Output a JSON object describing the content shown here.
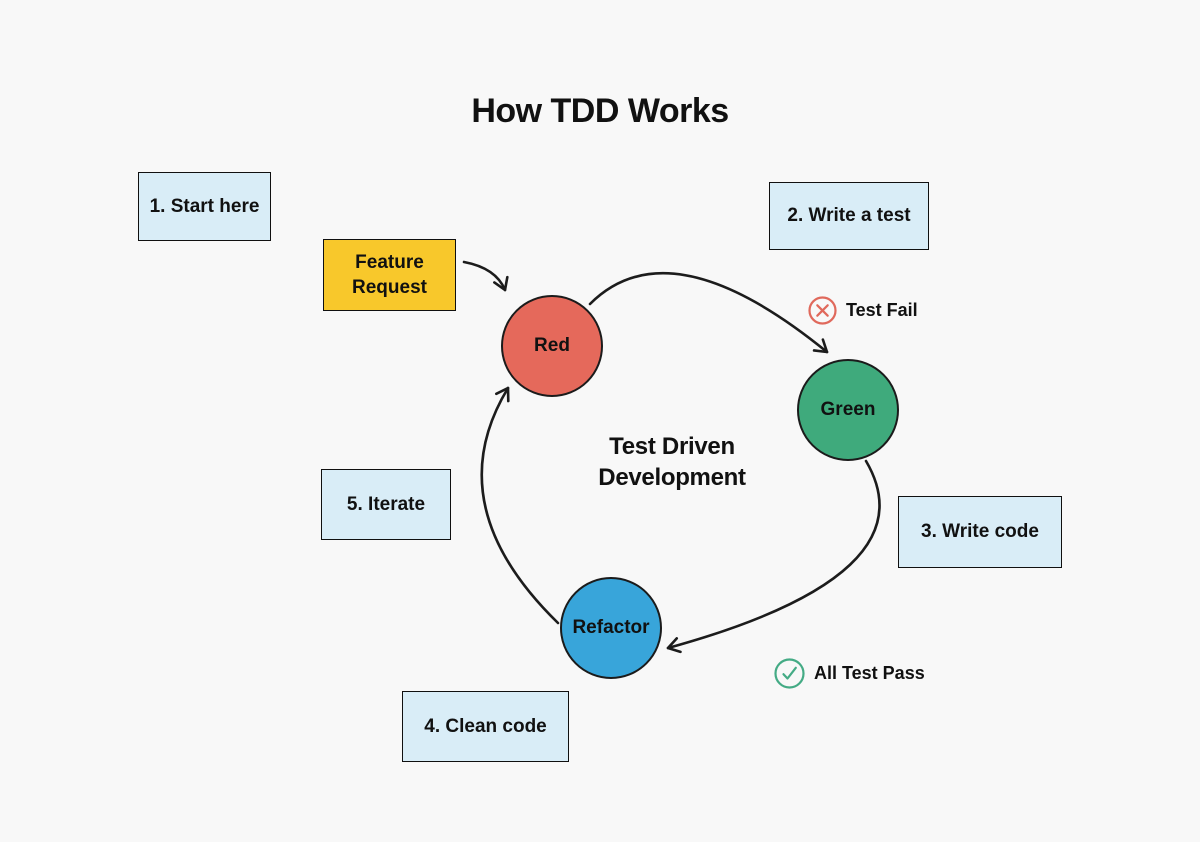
{
  "title": "How TDD Works",
  "center_label": "Test Driven Development",
  "steps": [
    {
      "label": "1. Start here"
    },
    {
      "label": "2. Write a test"
    },
    {
      "label": "3. Write code"
    },
    {
      "label": "4. Clean code"
    },
    {
      "label": "5. Iterate"
    }
  ],
  "feature_request": {
    "label": "Feature Request"
  },
  "nodes": [
    {
      "id": "red",
      "label": "Red",
      "color": "#E5695B"
    },
    {
      "id": "green",
      "label": "Green",
      "color": "#3FAA7C"
    },
    {
      "id": "refactor",
      "label": "Refactor",
      "color": "#38A5DA"
    }
  ],
  "badges": [
    {
      "icon": "x-circle-icon",
      "label": "Test Fail",
      "color": "#E0695C"
    },
    {
      "icon": "check-circle-icon",
      "label": "All Test Pass",
      "color": "#44AB85"
    }
  ],
  "colors": {
    "background": "#F8F8F8",
    "step_box_fill": "#D9EDF7",
    "feature_box_fill": "#F8C82B",
    "shape_outline": "#101010",
    "arrow": "#1C1C1C",
    "text": "#111111"
  }
}
